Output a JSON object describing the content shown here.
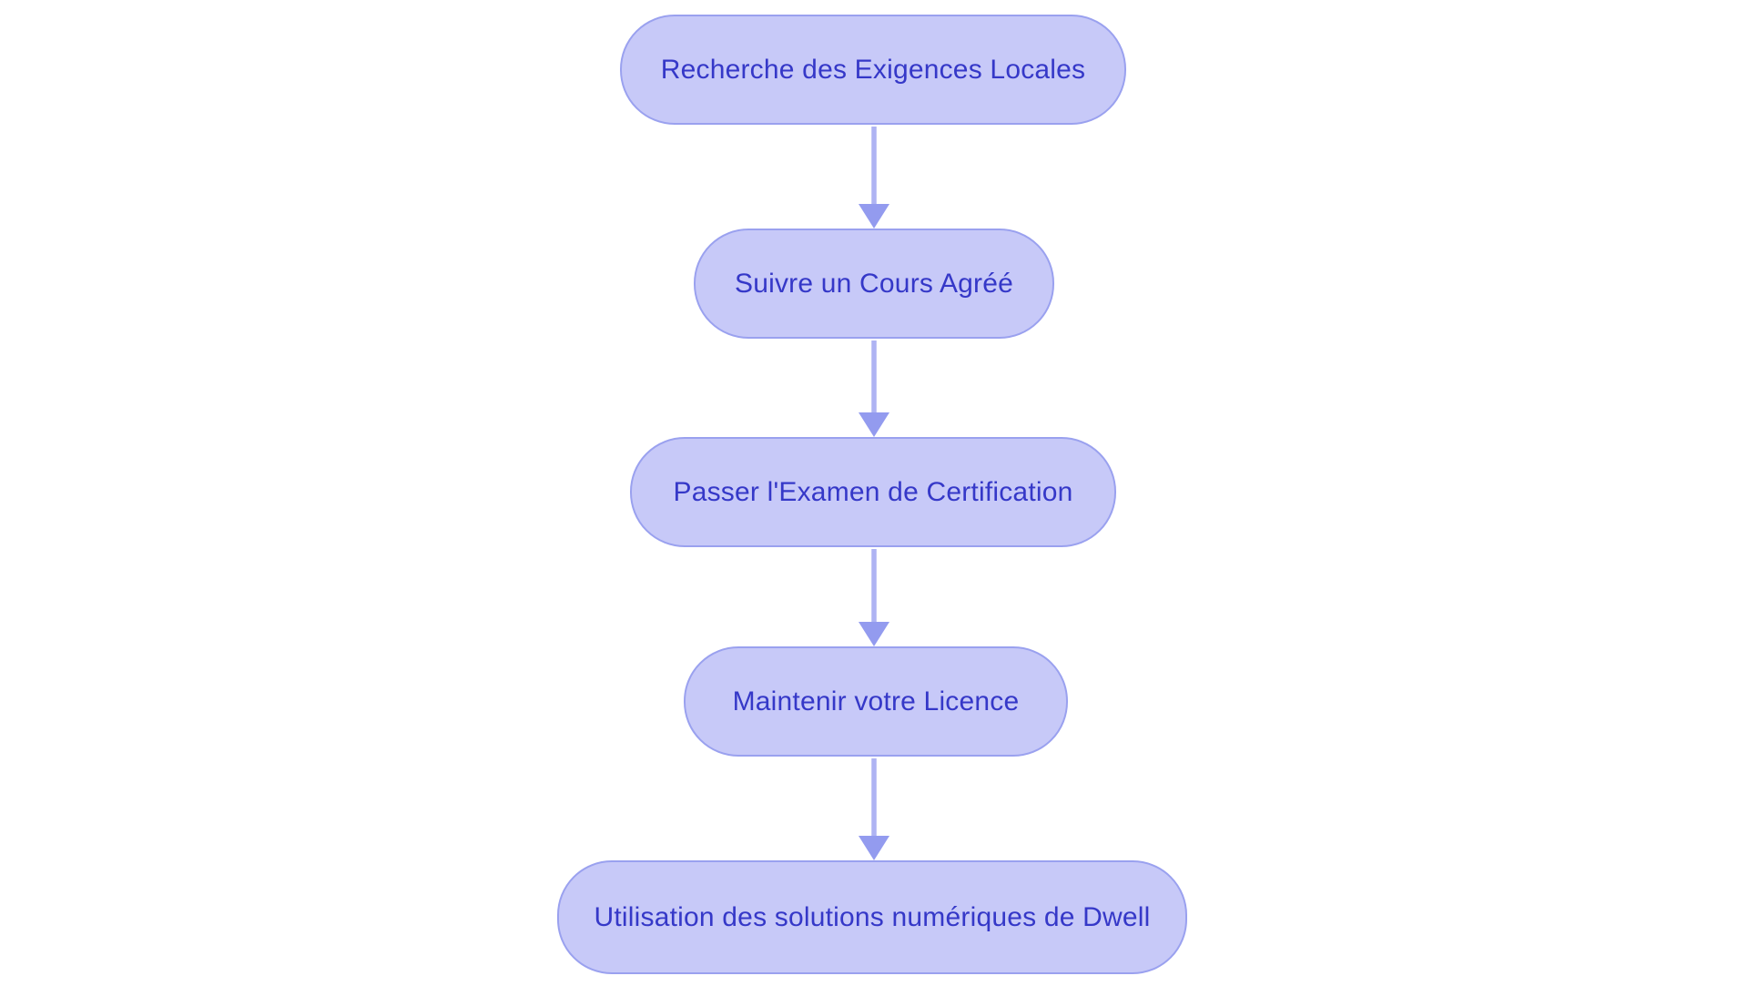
{
  "diagram": {
    "type": "flowchart",
    "direction": "top-down",
    "nodes": [
      {
        "id": "step-1",
        "label": "Recherche des Exigences Locales"
      },
      {
        "id": "step-2",
        "label": "Suivre un Cours Agréé"
      },
      {
        "id": "step-3",
        "label": "Passer l'Examen de Certification"
      },
      {
        "id": "step-4",
        "label": "Maintenir votre Licence"
      },
      {
        "id": "step-5",
        "label": "Utilisation des solutions numériques de Dwell"
      }
    ],
    "edges": [
      {
        "from": "step-1",
        "to": "step-2"
      },
      {
        "from": "step-2",
        "to": "step-3"
      },
      {
        "from": "step-3",
        "to": "step-4"
      },
      {
        "from": "step-4",
        "to": "step-5"
      }
    ],
    "colors": {
      "background": "#ffffff",
      "node_fill": "#c7c9f8",
      "node_border": "#9aa1ef",
      "node_text": "#3538c8",
      "connector_line": "#aeb3f3",
      "connector_head": "#939bef"
    }
  }
}
